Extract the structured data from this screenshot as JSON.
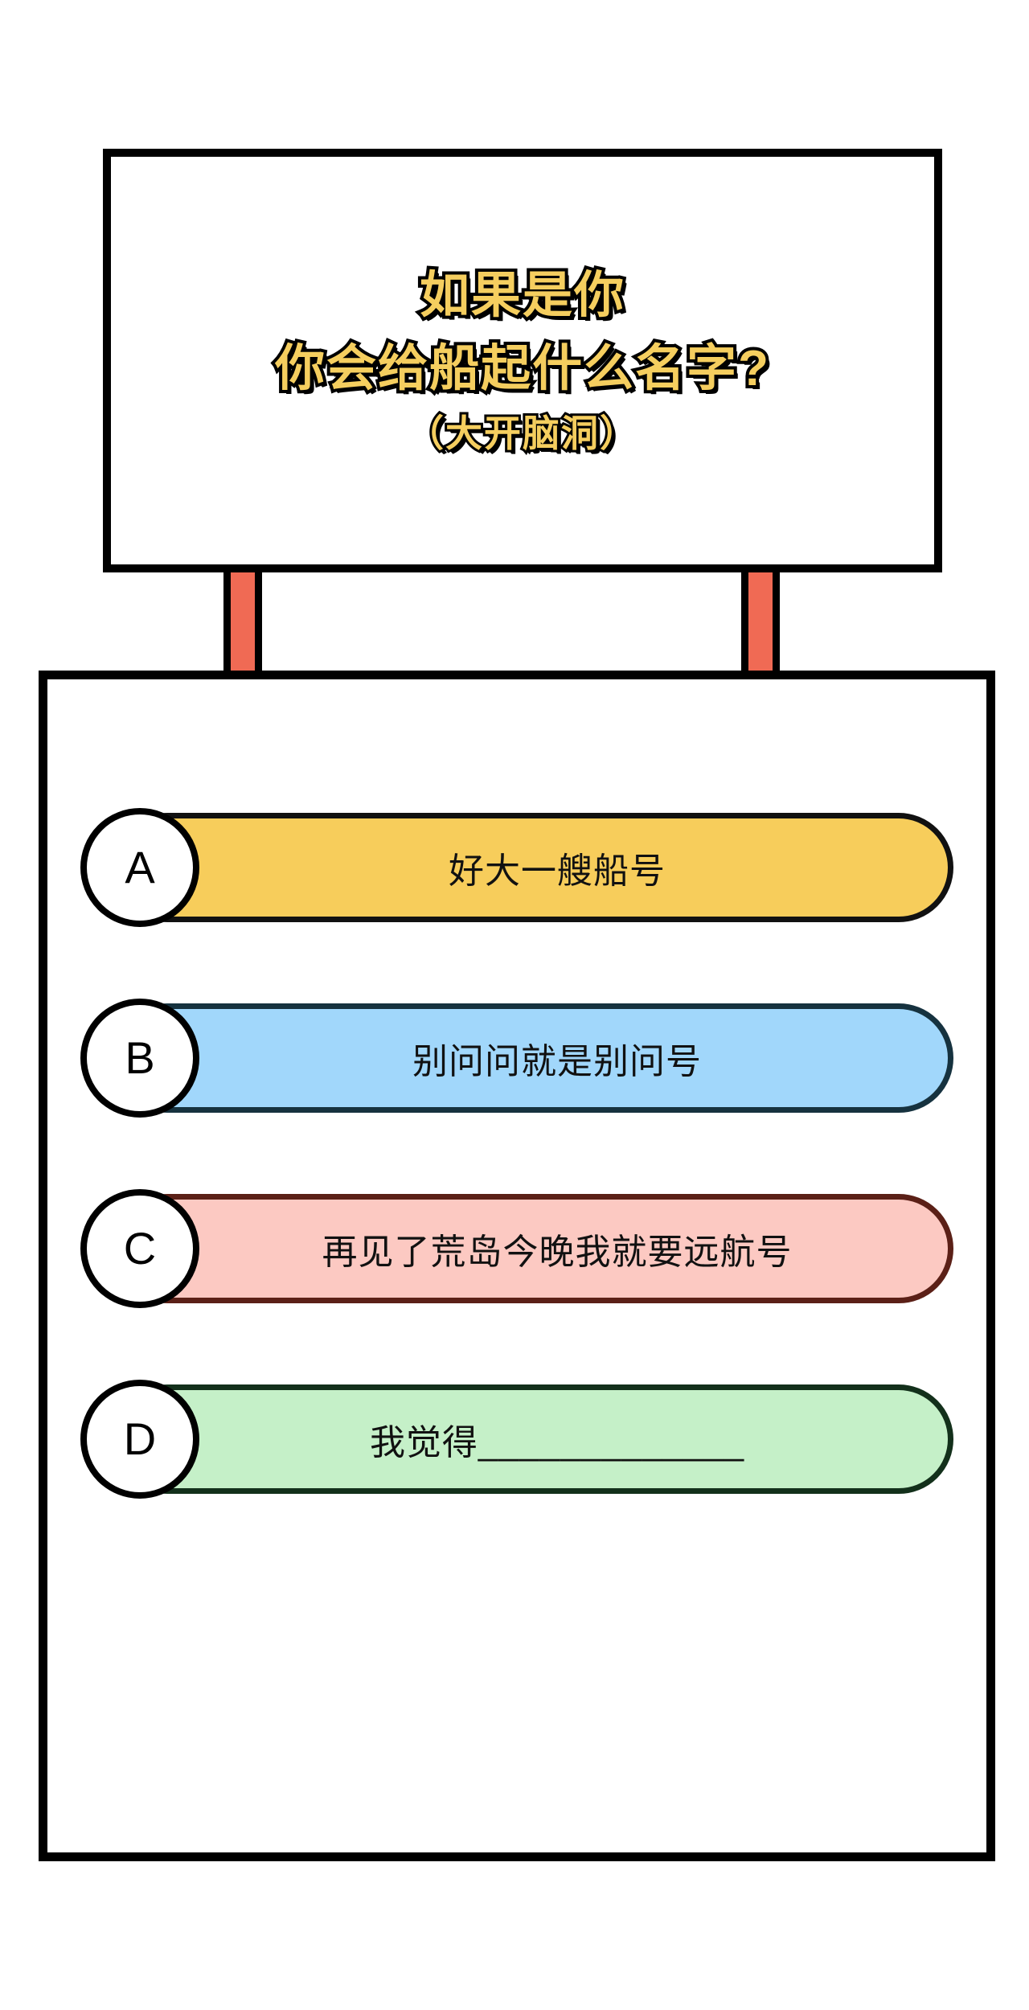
{
  "signboard": {
    "title_line_1": "如果是你",
    "title_line_2": "你会给船起什么名字?",
    "title_line_3": "（大开脑洞）",
    "text_color": "#F5CE5F",
    "outline_color": "#000000",
    "background": "#FFFFFF",
    "border_color": "#000000"
  },
  "posts": {
    "color": "#F06A54",
    "border_color": "#000000",
    "count": 2
  },
  "panel": {
    "background": "#FFFFFF",
    "border_color": "#000000"
  },
  "options": [
    {
      "badge": "A",
      "text": "好大一艘船号",
      "fill": "#F7CD5B",
      "border": "#111111"
    },
    {
      "badge": "B",
      "text": "别问问就是别问号",
      "fill": "#A1D7FB",
      "border": "#16323F"
    },
    {
      "badge": "C",
      "text": "再见了荒岛今晚我就要远航号",
      "fill": "#FCC9C2",
      "border": "#5B2017"
    },
    {
      "badge": "D",
      "text": "我觉得_____________",
      "fill": "#C5F0C8",
      "border": "#13301B"
    }
  ]
}
